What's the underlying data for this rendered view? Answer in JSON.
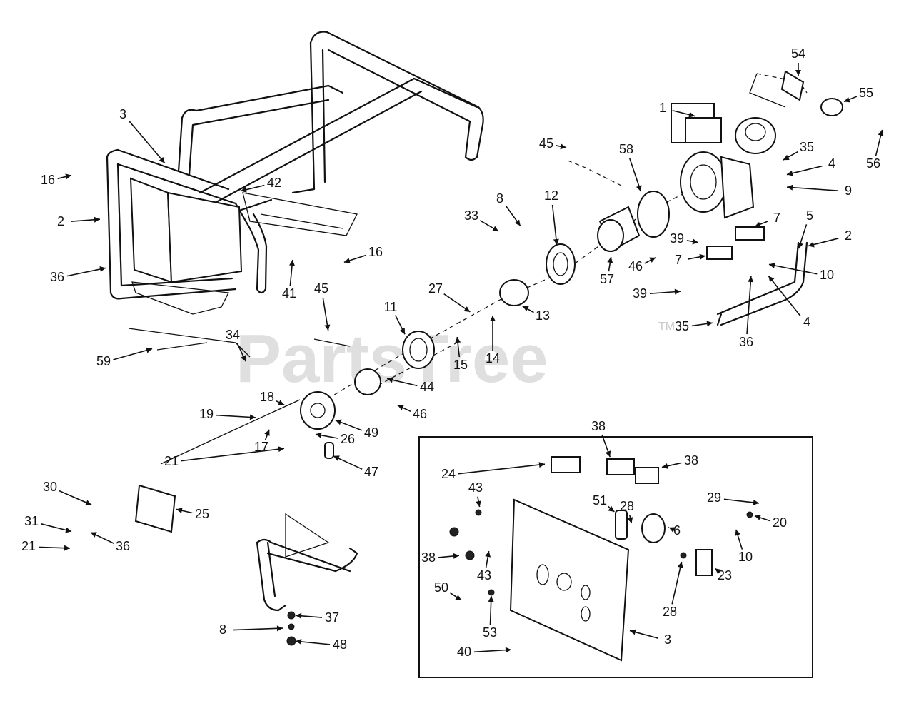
{
  "watermark": {
    "text": "PartsTree",
    "trademark": "TM"
  },
  "callouts": [
    {
      "id": "c54",
      "text": "54"
    },
    {
      "id": "c55",
      "text": "55"
    },
    {
      "id": "c56",
      "text": "56"
    },
    {
      "id": "c1",
      "text": "1"
    },
    {
      "id": "c35a",
      "text": "35"
    },
    {
      "id": "c4a",
      "text": "4"
    },
    {
      "id": "c9",
      "text": "9"
    },
    {
      "id": "c45a",
      "text": "45"
    },
    {
      "id": "c58",
      "text": "58"
    },
    {
      "id": "c3a",
      "text": "3"
    },
    {
      "id": "c16a",
      "text": "16"
    },
    {
      "id": "c42",
      "text": "42"
    },
    {
      "id": "c2a",
      "text": "2"
    },
    {
      "id": "c8a",
      "text": "8"
    },
    {
      "id": "c12",
      "text": "12"
    },
    {
      "id": "c33",
      "text": "33"
    },
    {
      "id": "c7a",
      "text": "7"
    },
    {
      "id": "c5",
      "text": "5"
    },
    {
      "id": "c2b",
      "text": "2"
    },
    {
      "id": "c16b",
      "text": "16"
    },
    {
      "id": "c39a",
      "text": "39"
    },
    {
      "id": "c7b",
      "text": "7"
    },
    {
      "id": "c36a",
      "text": "36"
    },
    {
      "id": "c46a",
      "text": "46"
    },
    {
      "id": "c10a",
      "text": "10"
    },
    {
      "id": "c41",
      "text": "41"
    },
    {
      "id": "c57",
      "text": "57"
    },
    {
      "id": "c45b",
      "text": "45"
    },
    {
      "id": "c27",
      "text": "27"
    },
    {
      "id": "c39b",
      "text": "39"
    },
    {
      "id": "c11",
      "text": "11"
    },
    {
      "id": "c13",
      "text": "13"
    },
    {
      "id": "c36b",
      "text": "36"
    },
    {
      "id": "c4b",
      "text": "4"
    },
    {
      "id": "c35b",
      "text": "35"
    },
    {
      "id": "c34",
      "text": "34"
    },
    {
      "id": "c15",
      "text": "15"
    },
    {
      "id": "c14",
      "text": "14"
    },
    {
      "id": "c59",
      "text": "59"
    },
    {
      "id": "c44",
      "text": "44"
    },
    {
      "id": "c18",
      "text": "18"
    },
    {
      "id": "c46b",
      "text": "46"
    },
    {
      "id": "c19",
      "text": "19"
    },
    {
      "id": "c49",
      "text": "49"
    },
    {
      "id": "c17",
      "text": "17"
    },
    {
      "id": "c26",
      "text": "26"
    },
    {
      "id": "c21a",
      "text": "21"
    },
    {
      "id": "c47",
      "text": "47"
    },
    {
      "id": "c38a",
      "text": "38"
    },
    {
      "id": "c38b",
      "text": "38"
    },
    {
      "id": "c24",
      "text": "24"
    },
    {
      "id": "c43a",
      "text": "43"
    },
    {
      "id": "c30",
      "text": "30"
    },
    {
      "id": "c25",
      "text": "25"
    },
    {
      "id": "c51",
      "text": "51"
    },
    {
      "id": "c28a",
      "text": "28"
    },
    {
      "id": "c6",
      "text": "6"
    },
    {
      "id": "c29",
      "text": "29"
    },
    {
      "id": "c20",
      "text": "20"
    },
    {
      "id": "c31",
      "text": "31"
    },
    {
      "id": "c21b",
      "text": "21"
    },
    {
      "id": "c36c",
      "text": "36"
    },
    {
      "id": "c38c",
      "text": "38"
    },
    {
      "id": "c43b",
      "text": "43"
    },
    {
      "id": "c10b",
      "text": "10"
    },
    {
      "id": "c23",
      "text": "23"
    },
    {
      "id": "c50",
      "text": "50"
    },
    {
      "id": "c28b",
      "text": "28"
    },
    {
      "id": "c37",
      "text": "37"
    },
    {
      "id": "c8b",
      "text": "8"
    },
    {
      "id": "c53",
      "text": "53"
    },
    {
      "id": "c48",
      "text": "48"
    },
    {
      "id": "c40",
      "text": "40"
    },
    {
      "id": "c3b",
      "text": "3"
    }
  ]
}
